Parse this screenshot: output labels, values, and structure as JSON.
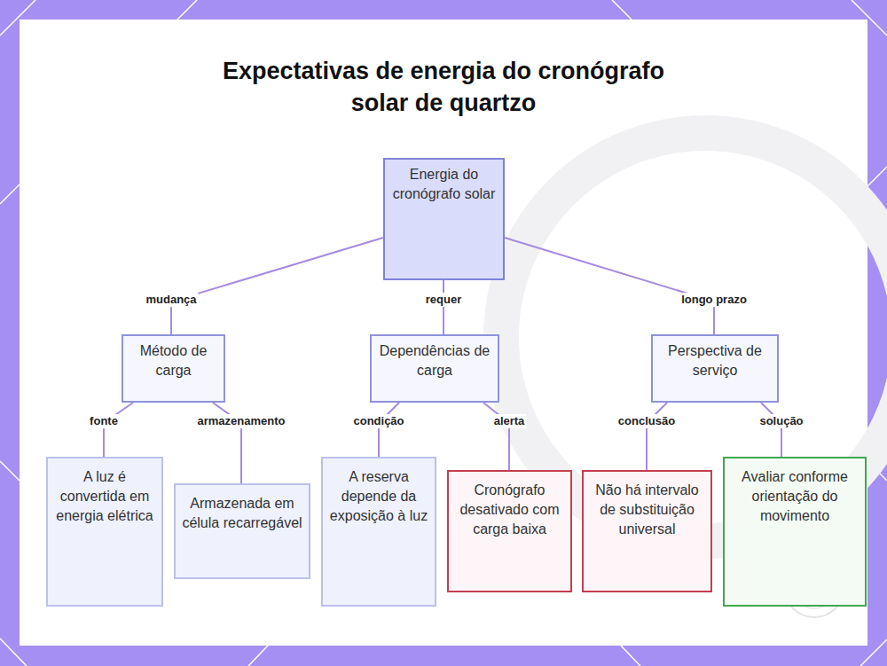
{
  "diagram": {
    "title": "Expectativas de energia do cronógrafo solar de quartzo",
    "nodes": [
      {
        "text": [
          "Energia do cronógrafo solar"
        ]
      },
      {
        "text": [
          "Método de carga"
        ]
      },
      {
        "text": [
          "Dependências de carga"
        ]
      },
      {
        "text": [
          "Perspectiva de serviço"
        ]
      },
      {
        "text": [
          "A luz é convertida em energia elétrica"
        ]
      },
      {
        "text": [
          "Armazenada em célula recarregável"
        ]
      },
      {
        "text": [
          "A reserva depende da exposição à luz"
        ]
      },
      {
        "text": [
          "Cronógrafo desativado com carga baixa"
        ]
      },
      {
        "text": [
          "Não há intervalo de substituição universal"
        ]
      },
      {
        "text": [
          "Avaliar conforme orientação do movimento"
        ]
      }
    ],
    "edges": [
      {
        "from": 0,
        "to": 1,
        "label": "mudança",
        "arrow": "none"
      },
      {
        "from": 0,
        "to": 2,
        "label": "requer",
        "arrow": "none"
      },
      {
        "from": 0,
        "to": 3,
        "label": "longo prazo",
        "arrow": "none"
      },
      {
        "from": 1,
        "to": 4,
        "label": "fonte",
        "arrow": "none"
      },
      {
        "from": 1,
        "to": 5,
        "label": "armazenamento",
        "arrow": "none"
      },
      {
        "from": 2,
        "to": 6,
        "label": "condição",
        "arrow": "none"
      },
      {
        "from": 2,
        "to": 7,
        "label": "alerta",
        "arrow": "none"
      },
      {
        "from": 3,
        "to": 8,
        "label": "conclusão",
        "arrow": "none"
      },
      {
        "from": 3,
        "to": 9,
        "label": "solução",
        "arrow": "none"
      }
    ]
  }
}
